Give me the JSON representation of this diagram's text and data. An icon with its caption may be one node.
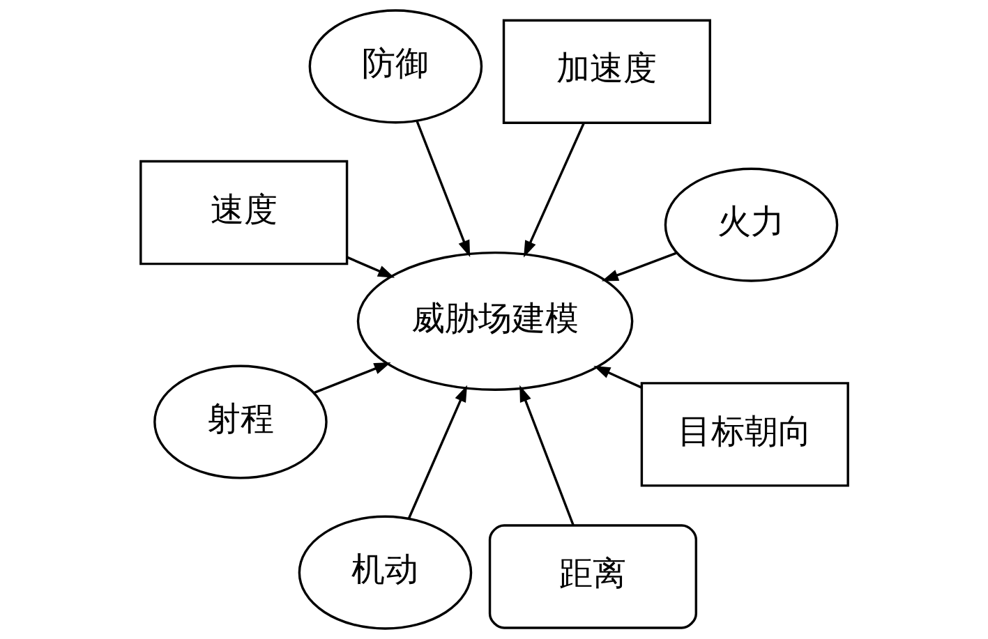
{
  "diagram": {
    "nodes": [
      {
        "text": [
          "加速度"
        ]
      },
      {
        "text": [
          "距离"
        ]
      },
      {
        "text": [
          "目标朝向"
        ]
      },
      {
        "text": [
          "射程"
        ]
      },
      {
        "text": [
          "威胁场建模"
        ]
      },
      {
        "text": [
          "机动"
        ]
      },
      {
        "text": [
          "火力"
        ]
      },
      {
        "text": [
          "防御"
        ]
      },
      {
        "text": [
          "速度"
        ]
      }
    ],
    "edges": [
      {
        "from": 0,
        "to": 4,
        "arrow": "to"
      },
      {
        "from": 1,
        "to": 4,
        "arrow": "to"
      },
      {
        "from": 2,
        "to": 4,
        "arrow": "to"
      },
      {
        "from": 3,
        "to": 4,
        "arrow": "to"
      },
      {
        "from": 5,
        "to": 4,
        "arrow": "to"
      },
      {
        "from": 6,
        "to": 4,
        "arrow": "to"
      },
      {
        "from": 7,
        "to": 4,
        "arrow": "to"
      },
      {
        "from": 8,
        "to": 4,
        "arrow": "to"
      }
    ]
  }
}
